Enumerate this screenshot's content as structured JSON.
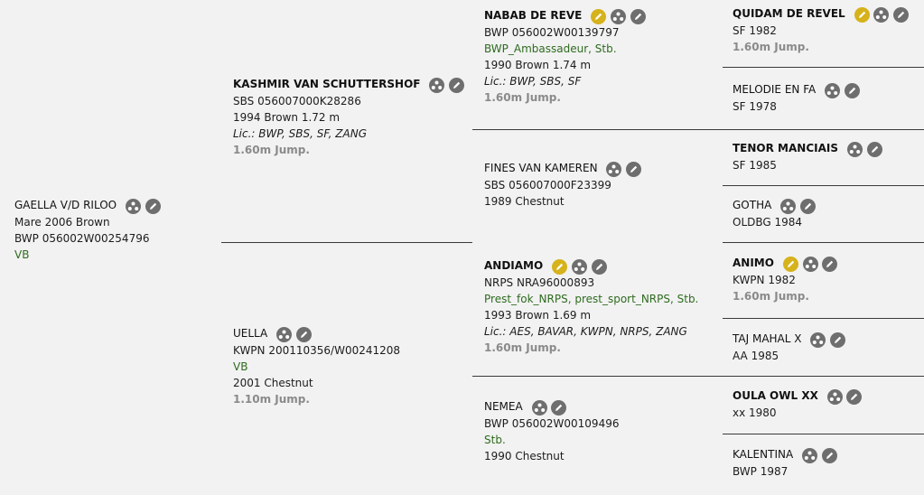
{
  "subject": {
    "name": "GAELLA V/D RILOO",
    "details": [
      "Mare 2006 Brown",
      "BWP 056002W00254796"
    ],
    "approval": "VB",
    "icons": [
      "pedigree-icon",
      "edit-icon"
    ]
  },
  "sire": {
    "name": "KASHMIR VAN SCHUTTERSHOF",
    "reg": "SBS 056007000K28286",
    "details": "1994 Brown 1.72 m",
    "lic": "Lic.: BWP, SBS, SF, ZANG",
    "jump": "1.60m Jump."
  },
  "dam": {
    "name": "UELLA",
    "reg": "KWPN 200110356/W00241208",
    "approval": "VB",
    "details": "2001 Chestnut",
    "jump": "1.10m Jump."
  },
  "gen2": [
    {
      "name": "NABAB DE REVE",
      "reg": "BWP 056002W00139797",
      "approval": "BWP_Ambassadeur, Stb.",
      "details": "1990 Brown 1.74 m",
      "lic": "Lic.: BWP, SBS, SF",
      "jump": "1.60m Jump."
    },
    {
      "name": "FINES VAN KAMEREN",
      "reg": "SBS 056007000F23399",
      "details": "1989 Chestnut"
    },
    {
      "name": "ANDIAMO",
      "reg": "NRPS NRA96000893",
      "approval": "Prest_fok_NRPS, prest_sport_NRPS, Stb.",
      "details": "1993 Brown 1.69 m",
      "lic": "Lic.: AES, BAVAR, KWPN, NRPS, ZANG",
      "jump": "1.60m Jump."
    },
    {
      "name": "NEMEA",
      "reg": "BWP 056002W00109496",
      "approval": "Stb.",
      "details": "1990 Chestnut"
    }
  ],
  "gen3": [
    {
      "name": "QUIDAM DE REVEL",
      "details": "SF 1982",
      "jump": "1.60m Jump."
    },
    {
      "name": "MELODIE EN FA",
      "details": "SF 1978"
    },
    {
      "name": "TENOR MANCIAIS",
      "details": "SF 1985"
    },
    {
      "name": "GOTHA",
      "details": "OLDBG 1984"
    },
    {
      "name": "ANIMO",
      "details": "KWPN 1982",
      "jump": "1.60m Jump."
    },
    {
      "name": "TAJ MAHAL X",
      "details": "AA 1985"
    },
    {
      "name": "OULA OWL XX",
      "details": "xx 1980"
    },
    {
      "name": "KALENTINA",
      "details": "BWP 1987"
    }
  ],
  "icon_colors": {
    "gold": "#d6b21b",
    "gray": "#6e6e6e"
  }
}
